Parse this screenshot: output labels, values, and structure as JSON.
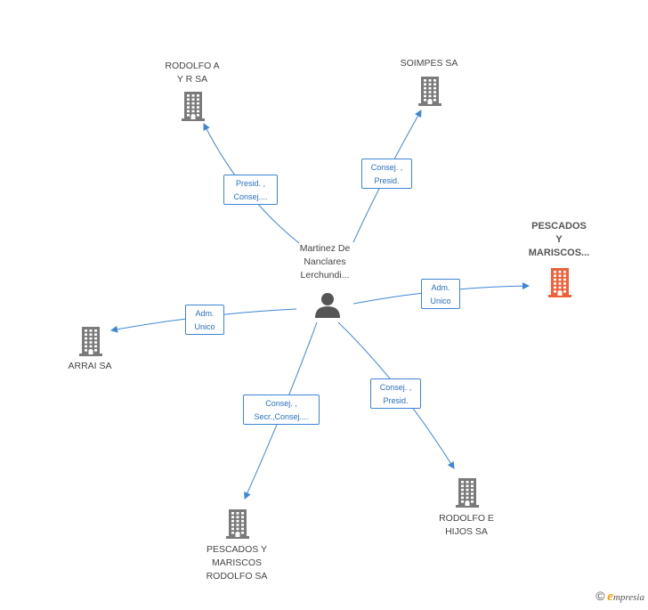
{
  "center": {
    "label": "Martinez De\nNanclares\nLerchundi..."
  },
  "nodes": [
    {
      "id": "rodolfo_ayr",
      "label": "RODOLFO A\nY R SA",
      "highlight": false
    },
    {
      "id": "soimpes",
      "label": "SOIMPES SA",
      "highlight": false
    },
    {
      "id": "pescados_top",
      "label": "PESCADOS\nY\nMARISCOS...",
      "highlight": true
    },
    {
      "id": "arrai",
      "label": "ARRAI SA",
      "highlight": false
    },
    {
      "id": "pescados_bottom",
      "label": "PESCADOS Y\nMARISCOS\nRODOLFO SA",
      "highlight": false
    },
    {
      "id": "rodolfo_hijos",
      "label": "RODOLFO E\nHIJOS SA",
      "highlight": false
    }
  ],
  "edges": [
    {
      "to": "rodolfo_ayr",
      "label": "Presid. ,\nConsej...."
    },
    {
      "to": "soimpes",
      "label": "Consej. ,\nPresid."
    },
    {
      "to": "pescados_top",
      "label": "Adm.\nUnico"
    },
    {
      "to": "arrai",
      "label": "Adm.\nUnico"
    },
    {
      "to": "pescados_bottom",
      "label": "Consej. ,\nSecr.,Consej...."
    },
    {
      "to": "rodolfo_hijos",
      "label": "Consej. ,\nPresid."
    }
  ],
  "colors": {
    "edge": "#3d85d6",
    "building": "#7a7a7a",
    "building_highlight": "#f0613a",
    "person": "#555555"
  },
  "footer": {
    "copyright": "©",
    "brand_initial": "e",
    "brand_rest": "mpresia"
  }
}
